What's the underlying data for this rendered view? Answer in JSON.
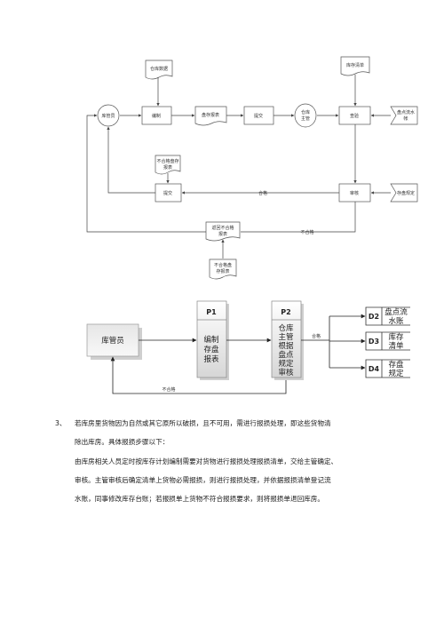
{
  "flow1": {
    "warehouse_data": "仓库数据",
    "keeper": "库管员",
    "edit": "编制",
    "stock_report": "盘存报表",
    "submit": "提交",
    "supervisor_l1": "仓库",
    "supervisor_l2": "主管",
    "inventory_list": "库存清单",
    "review": "查验",
    "ledger_l1": "盘点流水",
    "ledger_l2": "帐",
    "unqualified_report_l1": "不合格盘存",
    "unqualified_report_l2": "报表",
    "submit2": "提交",
    "qualified": "合格",
    "approve": "审核",
    "rules": "存盘规定",
    "not_qualified": "不合格",
    "return_l1": "返回不合格",
    "return_l2": "报表",
    "report2_l1": "不合格盘",
    "report2_l2": "存报表"
  },
  "flow2": {
    "keeper": "库管员",
    "p1": "P1",
    "p1_body": [
      "编制",
      "存盘",
      "报表"
    ],
    "p2": "P2",
    "p2_body": [
      "仓库",
      "主管",
      "根据",
      "盘点",
      "规定",
      "审核"
    ],
    "qualified": "合格",
    "not_qualified": "不合格",
    "d2": "D2",
    "d2_body": [
      "盘点流",
      "水账"
    ],
    "d3": "D3",
    "d3_body": [
      "库存",
      "清单"
    ],
    "d4": "D4",
    "d4_body": [
      "存盘",
      "规定"
    ]
  },
  "text": {
    "item_no": "3、",
    "line1": "若库房里货物因为自然或其它原所以破损，且不可用，需进行报损处理，即这些货物清",
    "line2": "除出库房。具体报损步骤以下：",
    "line3": "由库房相关人员定时按库存计划编制需要对货物进行报损处理报损清单，交给主管确定、",
    "line4": "审核。主管审核后确定清单上货物必需报损，则进行报损处理，并依据报损清单登记流",
    "line5": "水账，同事修改库存台账；若报损单上货物不符合报损要求，则将报损单退回库房。"
  }
}
